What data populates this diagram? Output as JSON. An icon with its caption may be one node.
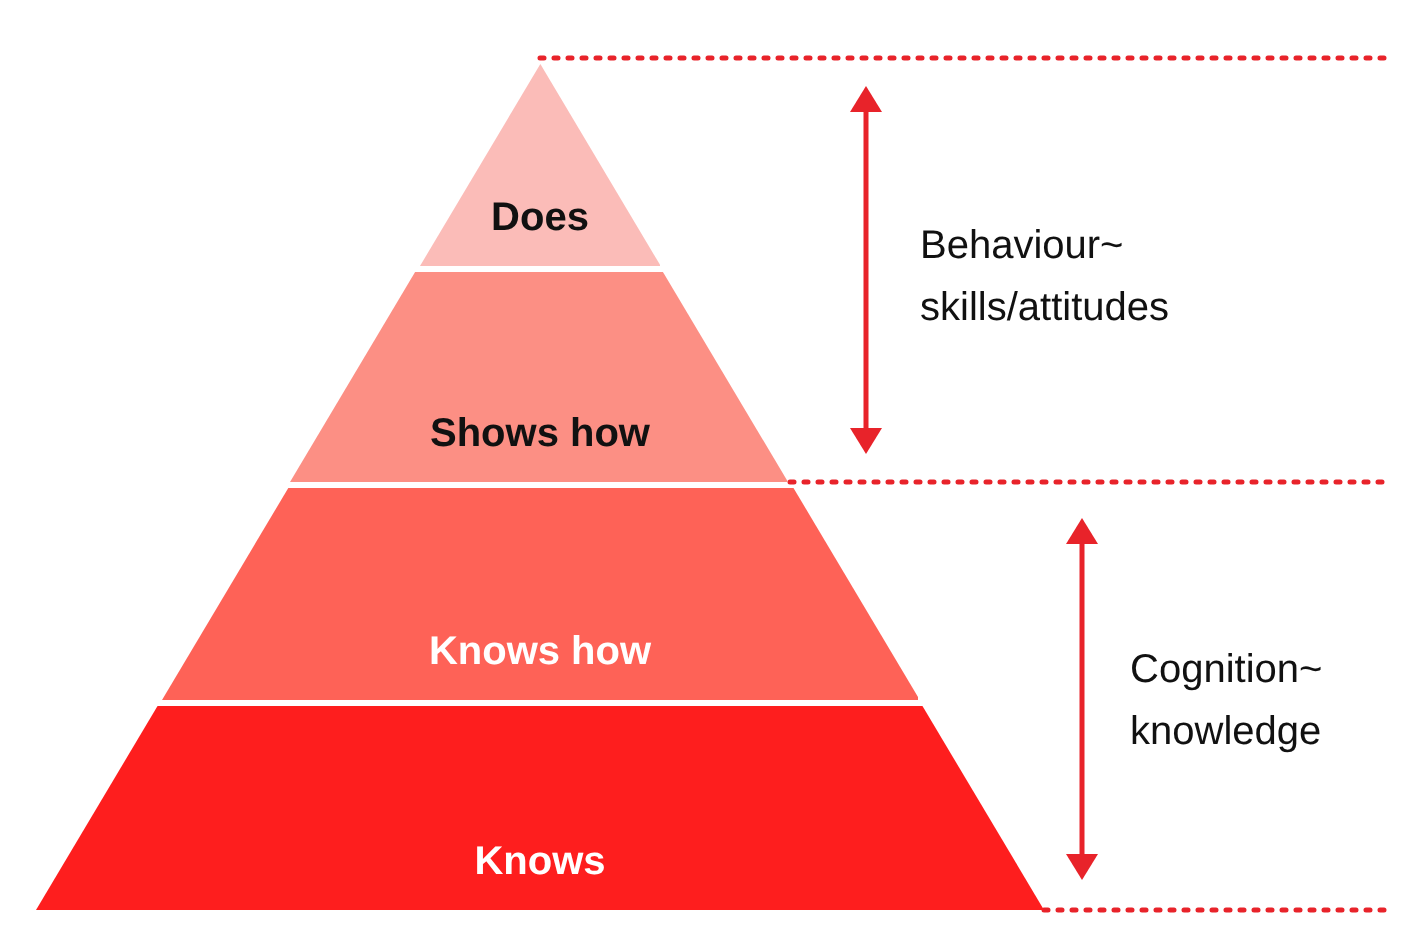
{
  "diagram": {
    "nodes": [
      {
        "text": [
          "Does"
        ]
      },
      {
        "text": [
          "Shows how"
        ]
      },
      {
        "text": [
          "Knows how"
        ]
      },
      {
        "text": [
          "Knows"
        ]
      }
    ],
    "labels": [
      "Behaviour~ skills/attitudes",
      "Cognition~ knowledge"
    ]
  }
}
